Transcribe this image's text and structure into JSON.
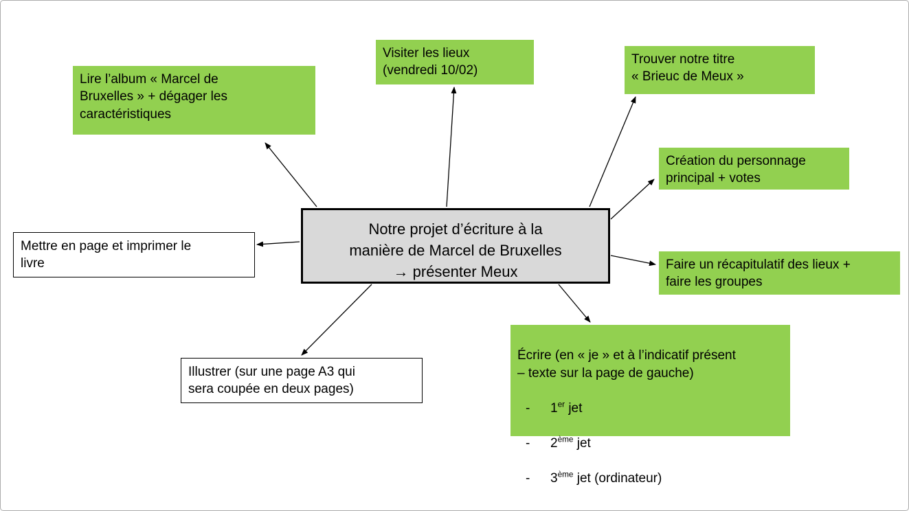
{
  "colors": {
    "node_green": "#92d050",
    "center_gray": "#d9d9d9",
    "node_white": "#ffffff",
    "line": "#000000"
  },
  "center": {
    "text": "Notre projet d’écriture à la\nmanière de Marcel de Bruxelles\n→ présenter Meux"
  },
  "nodes": {
    "lire": {
      "text": "Lire l’album « Marcel de\nBruxelles » + dégager les\ncaractéristiques"
    },
    "visiter": {
      "text": "Visiter les lieux\n(vendredi 10/02)"
    },
    "trouver": {
      "text": "Trouver notre titre\n« Brieuc de Meux »"
    },
    "creation": {
      "text": "Création du personnage\nprincipal + votes"
    },
    "recap": {
      "text": "Faire un récapitulatif des lieux +\nfaire les groupes"
    },
    "ecrire": {
      "intro": "Écrire (en « je » et à l’indicatif présent\n– texte sur la page de gauche)",
      "items": [
        {
          "dash": "-",
          "num": "1",
          "sup": "er",
          "rest": " jet"
        },
        {
          "dash": "-",
          "num": "2",
          "sup": "ème",
          "rest": " jet"
        },
        {
          "dash": "-",
          "num": "3",
          "sup": "ème",
          "rest": " jet (ordinateur)"
        }
      ]
    },
    "illustrer": {
      "text": "Illustrer (sur une page A3 qui\nsera coupée en deux pages)"
    },
    "mettre": {
      "text": "Mettre en page et imprimer le\nlivre"
    }
  }
}
